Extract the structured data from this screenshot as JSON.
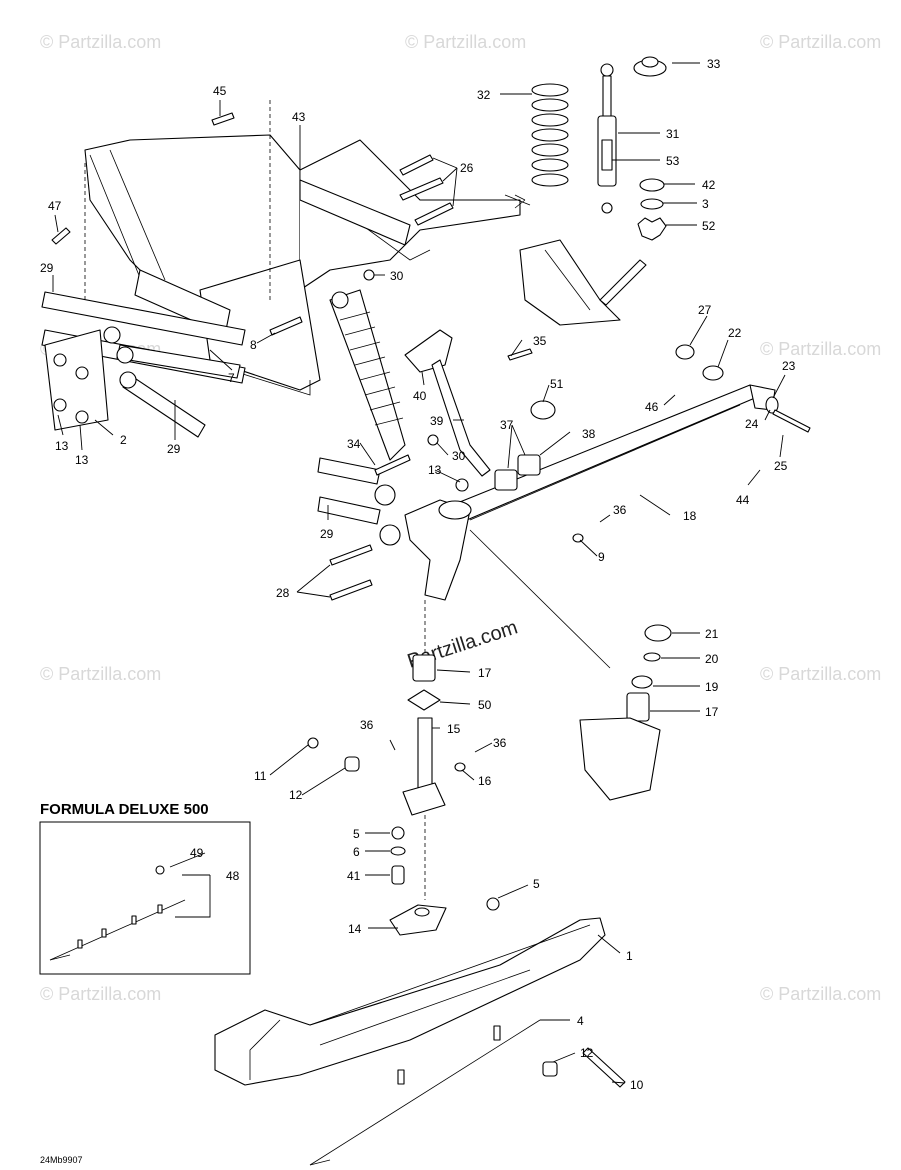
{
  "watermark": "© Partzilla.com",
  "brand_text": "Partzilla.com",
  "inset": {
    "title": "FORMULA DELUXE 500"
  },
  "diagram_code": "24Mb9907",
  "part_labels": [
    "1",
    "2",
    "3",
    "4",
    "5",
    "6",
    "8",
    "9",
    "10",
    "11",
    "12",
    "13",
    "14",
    "15",
    "16",
    "17",
    "18",
    "19",
    "20",
    "21",
    "22",
    "23",
    "24",
    "25",
    "26",
    "27",
    "28",
    "29",
    "30",
    "31",
    "32",
    "33",
    "34",
    "35",
    "36",
    "37",
    "38",
    "39",
    "40",
    "41",
    "42",
    "43",
    "44",
    "45",
    "46",
    "47",
    "48",
    "49",
    "50",
    "51",
    "52",
    "53",
    "7"
  ]
}
